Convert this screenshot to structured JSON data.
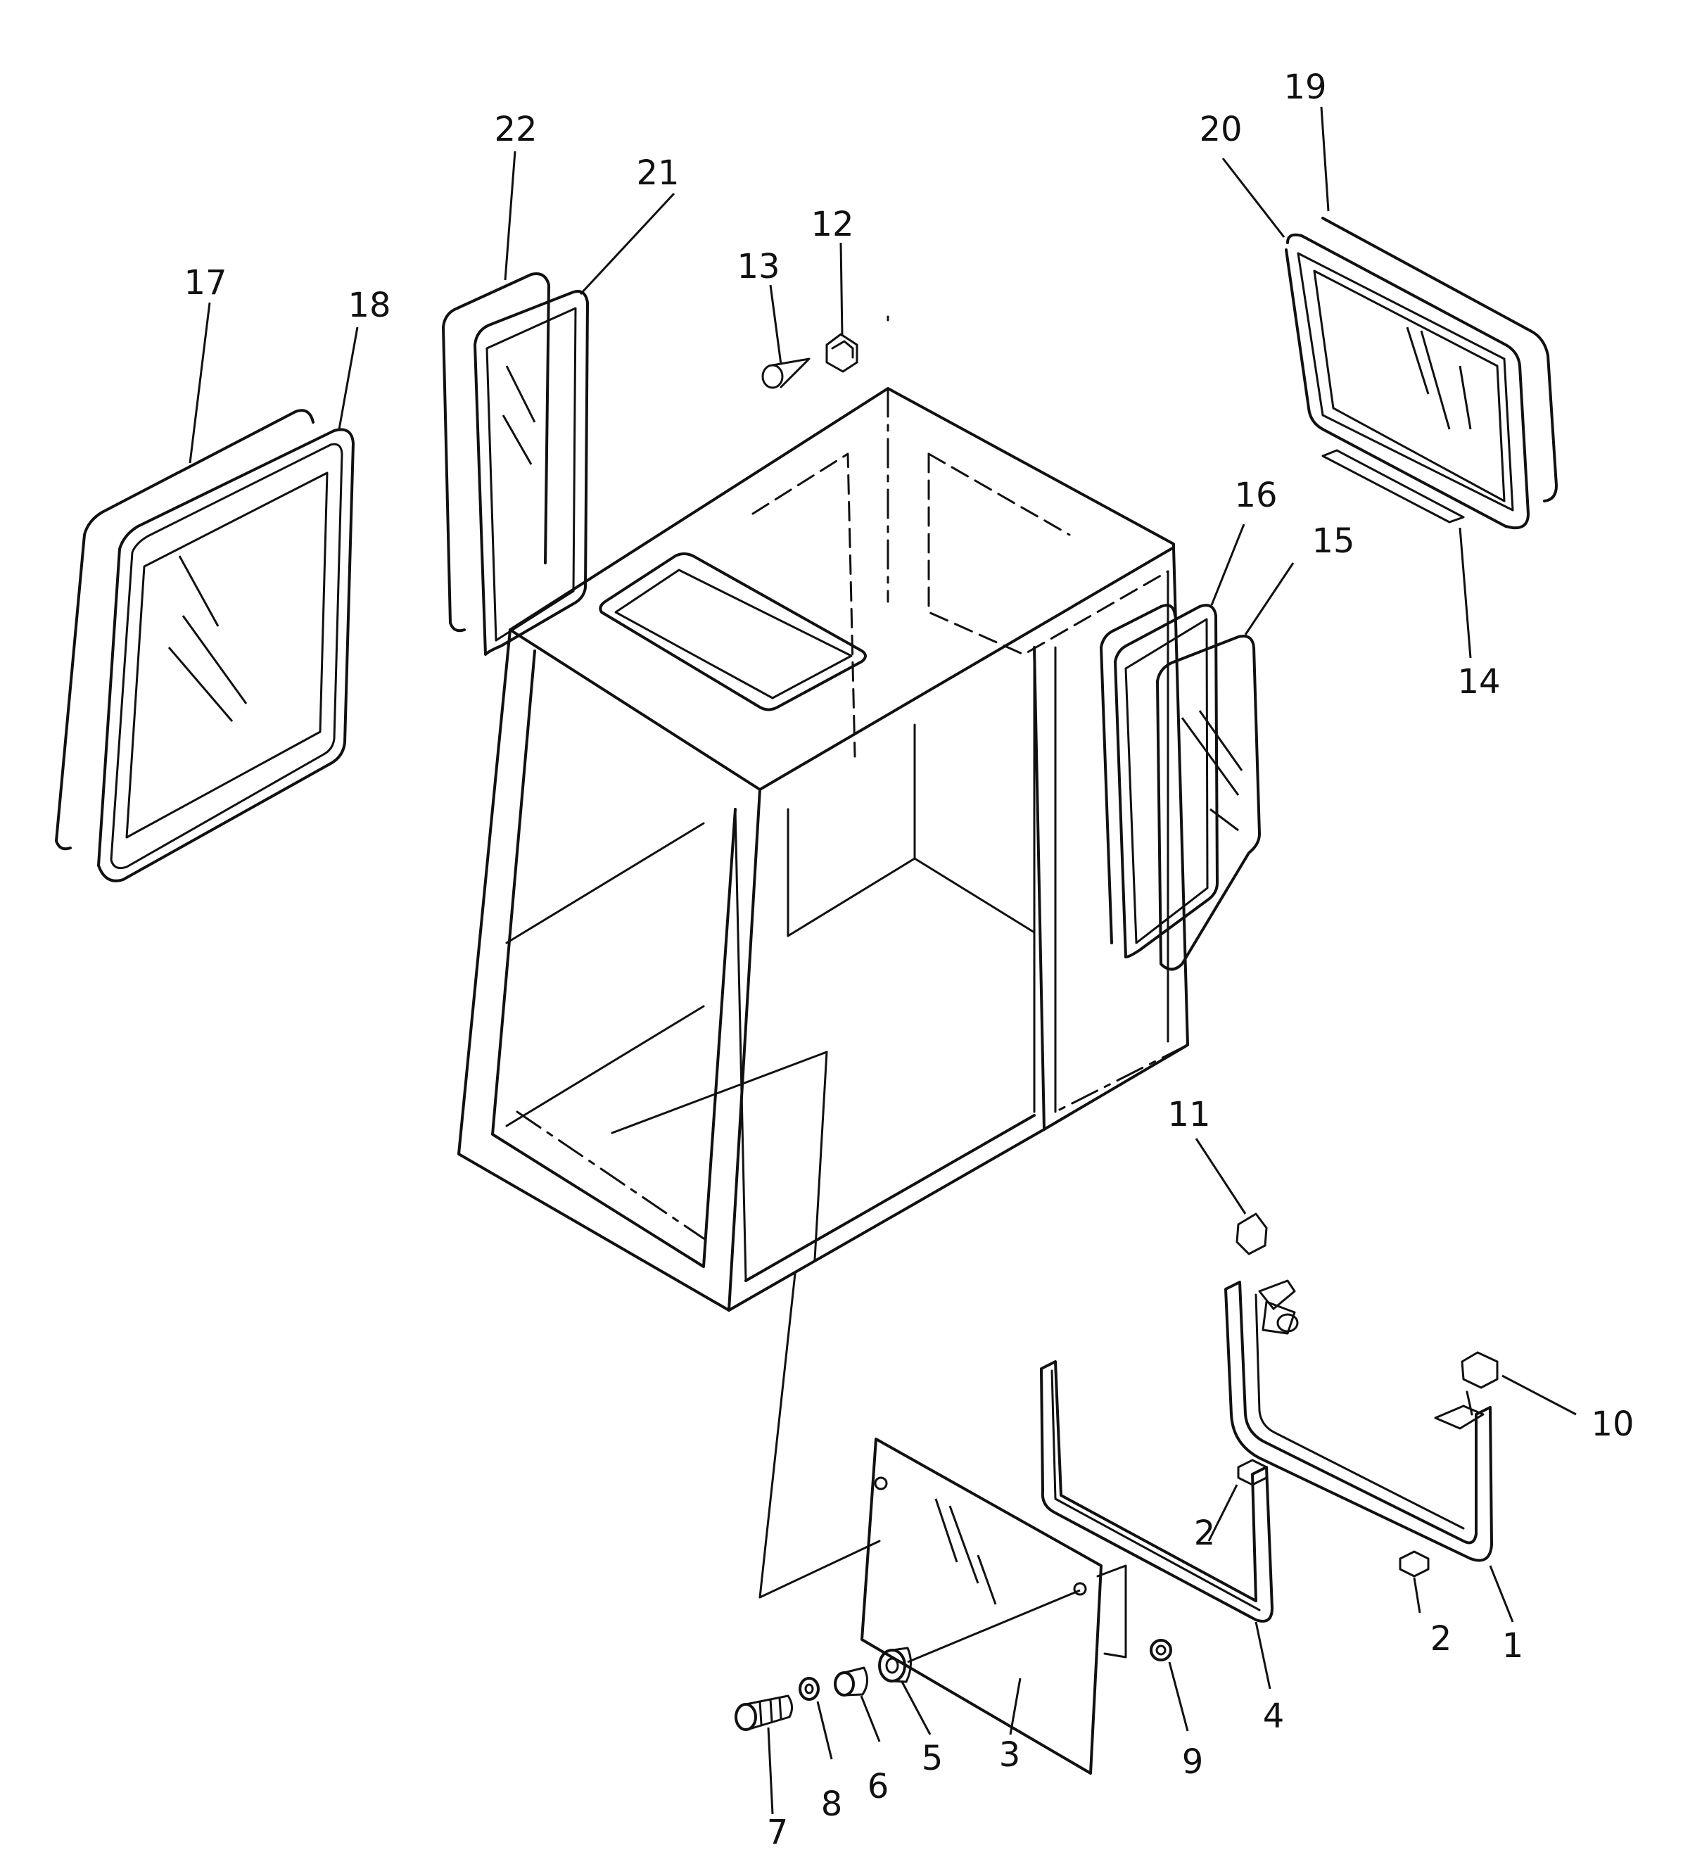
{
  "callouts": [
    {
      "label": "1"
    },
    {
      "label": "2"
    },
    {
      "label": "2"
    },
    {
      "label": "3"
    },
    {
      "label": "4"
    },
    {
      "label": "5"
    },
    {
      "label": "6"
    },
    {
      "label": "7"
    },
    {
      "label": "8"
    },
    {
      "label": "9"
    },
    {
      "label": "10"
    },
    {
      "label": "11"
    },
    {
      "label": "12"
    },
    {
      "label": "13"
    },
    {
      "label": "14"
    },
    {
      "label": "15"
    },
    {
      "label": "16"
    },
    {
      "label": "17"
    },
    {
      "label": "18"
    },
    {
      "label": "19"
    },
    {
      "label": "20"
    },
    {
      "label": "21"
    },
    {
      "label": "22"
    }
  ]
}
